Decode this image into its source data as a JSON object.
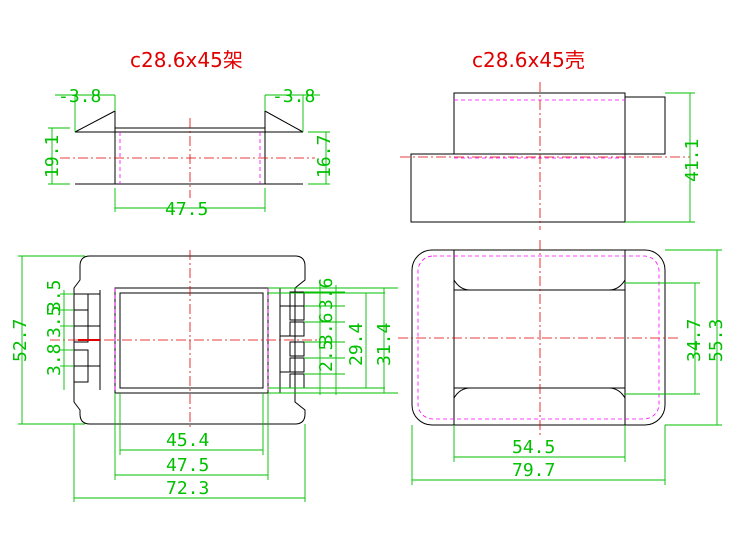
{
  "colors": {
    "title": "#e00000",
    "outline": "#000000",
    "hidden": "#ff00ff",
    "centerline": "#e00000",
    "dimension": "#00c000"
  },
  "titles": {
    "bobbin": "c28.6x45架",
    "shell": "c28.6x45壳"
  },
  "bobbin_side": {
    "flange_left": "-3.8",
    "flange_right": "-3.8",
    "height_total": "19.1",
    "height_inner": "16.7",
    "width_inner": "47.5"
  },
  "bobbin_top": {
    "pin_pitch_a": "3.5",
    "pin_pitch_b": "3.5",
    "pin_pitch_c": "3.8",
    "pin_pitch_d": "3.6",
    "pin_pitch_e": "3.6",
    "pin_pitch_f": "2.5",
    "height_total": "52.7",
    "height_window": "29.4",
    "height_frame": "31.4",
    "width_window": "45.4",
    "width_frame": "47.5",
    "width_total": "72.3"
  },
  "shell_side": {
    "height": "41.1"
  },
  "shell_top": {
    "height_inner": "34.7",
    "height_total": "55.3",
    "width_inner": "54.5",
    "width_total": "79.7"
  }
}
